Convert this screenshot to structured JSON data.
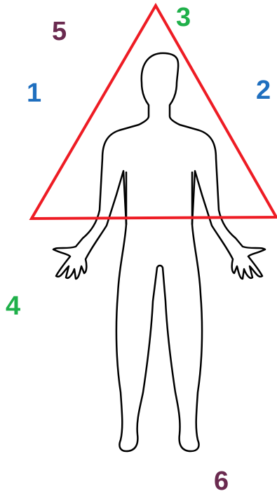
{
  "labels": {
    "one": {
      "text": "1",
      "color": "#1f6fbf"
    },
    "two": {
      "text": "2",
      "color": "#1f6fbf"
    },
    "three": {
      "text": "3",
      "color": "#1fb04a"
    },
    "four": {
      "text": "4",
      "color": "#1fb04a"
    },
    "five": {
      "text": "5",
      "color": "#6a2a4f"
    },
    "six": {
      "text": "6",
      "color": "#6a2a4f"
    }
  },
  "triangle": {
    "color": "#ee1c24"
  },
  "figure": {
    "icon": "human-body-outline-icon",
    "color": "#000000"
  }
}
